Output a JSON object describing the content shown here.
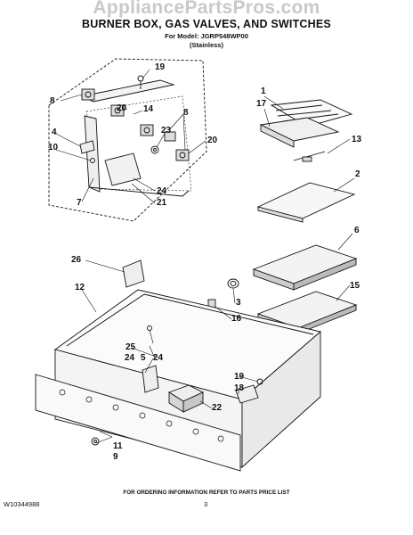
{
  "watermark": "AppliancePartsPros.com",
  "title": "BURNER BOX, GAS VALVES, AND SWITCHES",
  "model_line": "For Model: JGRP548WP00",
  "finish_line": "(Stainless)",
  "callouts": {
    "c19a": "19",
    "c8a": "8",
    "c20a": "20",
    "c14": "14",
    "c8b": "8",
    "c23": "23",
    "c4": "4",
    "c10": "10",
    "c20b": "20",
    "c24a": "24",
    "c21": "21",
    "c7": "7",
    "c1": "1",
    "c17": "17",
    "c13": "13",
    "c2": "2",
    "c6": "6",
    "c26": "26",
    "c15": "15",
    "c12": "12",
    "c3": "3",
    "c16": "16",
    "c25": "25",
    "c24b": "24",
    "c5": "5",
    "c24c": "24",
    "c19b": "19",
    "c18": "18",
    "c22": "22",
    "c11": "11",
    "c9": "9"
  },
  "footer_note": "FOR ORDERING INFORMATION REFER TO PARTS PRICE LIST",
  "doc_id": "W10344988",
  "page_number": "3"
}
